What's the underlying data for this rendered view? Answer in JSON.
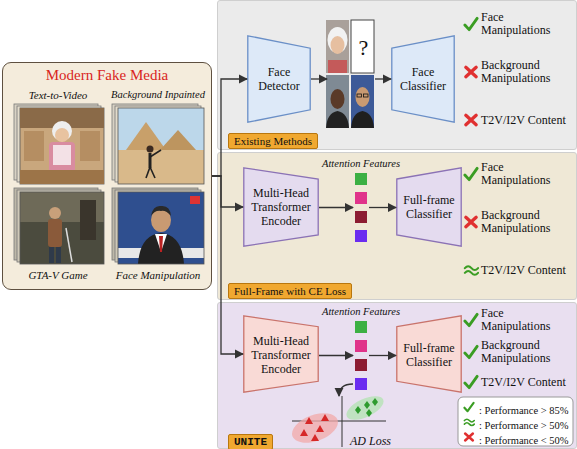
{
  "diagram": {
    "nodes": [
      {
        "text": [
          "Modern Fake Media"
        ]
      },
      {
        "text": [
          "Existing Methods"
        ]
      },
      {
        "text": [
          "Face Detector"
        ],
        "in": 1
      },
      {
        "text": [
          "?"
        ],
        "in": 1
      },
      {
        "text": [
          "Face Classifier"
        ],
        "in": 1
      },
      {
        "text": [
          "Full-Frame with CE Loss"
        ]
      },
      {
        "text": [
          "Multi-Head Transformer Encoder"
        ],
        "in": 5
      },
      {
        "text": [
          "Attention Features"
        ],
        "in": 5
      },
      {
        "text": [
          "Full-frame Classifier"
        ],
        "in": 5
      },
      {
        "text": [
          "UNITE"
        ]
      },
      {
        "text": [
          "Multi-Head Transformer Encoder"
        ],
        "in": 9
      },
      {
        "text": [
          "Attention Features"
        ],
        "in": 9
      },
      {
        "text": [
          "Full-frame Classifier"
        ],
        "in": 9
      },
      {
        "text": [
          "AD Loss"
        ],
        "in": 9
      }
    ],
    "edges": [
      {
        "from": 0,
        "to": 2,
        "arrow": "to"
      },
      {
        "from": 0,
        "to": 6,
        "arrow": "to"
      },
      {
        "from": 0,
        "to": 10,
        "arrow": "to"
      },
      {
        "from": 2,
        "to": 3,
        "arrow": "to"
      },
      {
        "from": 3,
        "to": 4,
        "arrow": "to"
      },
      {
        "from": 6,
        "to": 7,
        "arrow": "to"
      },
      {
        "from": 7,
        "to": 8,
        "arrow": "to"
      },
      {
        "from": 10,
        "to": 11,
        "arrow": "to"
      },
      {
        "from": 11,
        "to": 12,
        "arrow": "to"
      },
      {
        "from": 11,
        "to": 13,
        "arrow": "to"
      }
    ],
    "labels": [
      "Text-to-Video",
      "Background Inpainted",
      "GTA-V Game",
      "Face Manipulation",
      "Face Manipulations",
      "Background Manipulations",
      "T2V/I2V Content",
      "Face Manipulations",
      "Background Manipulations",
      "T2V/I2V Content",
      "Face Manipulations",
      "Background Manipulations",
      "T2V/I2V Content"
    ],
    "legend": [
      {
        "text": ": Performance > 85%"
      },
      {
        "text": ": Performance > 50%"
      },
      {
        "text": ": Performance < 50%"
      }
    ]
  }
}
